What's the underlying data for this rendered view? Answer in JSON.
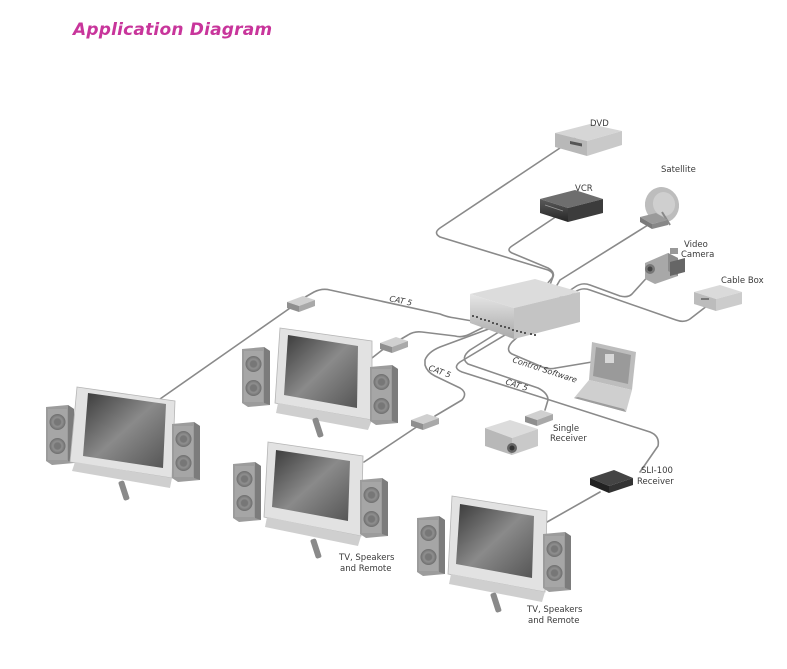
{
  "title": "Application Diagram",
  "colors": {
    "title": "#c8359b",
    "cable": "#8a8a8a",
    "device_light": "#d9d9d9",
    "device_dark": "#3c3c3c"
  },
  "sources": [
    {
      "id": "dvd",
      "label": "DVD"
    },
    {
      "id": "vcr",
      "label": "VCR"
    },
    {
      "id": "satellite",
      "label": "Satellite"
    },
    {
      "id": "video_camera",
      "label_lines": [
        "Video",
        "Camera"
      ]
    },
    {
      "id": "cable_box",
      "label": "Cable Box"
    }
  ],
  "hub": {
    "id": "distribution-hub",
    "label": ""
  },
  "control": {
    "label": "Control Software"
  },
  "cable_labels": [
    "CAT 5",
    "CAT 5",
    "CAT 5"
  ],
  "receivers": {
    "single": {
      "label_lines": [
        "Single",
        "Receiver"
      ]
    },
    "sli100": {
      "label_lines": [
        "SLI-100",
        "Receiver"
      ]
    }
  },
  "displays": [
    {
      "id": "tv-1",
      "label_lines": []
    },
    {
      "id": "tv-2",
      "label_lines": []
    },
    {
      "id": "tv-3",
      "label_lines": [
        "TV, Speakers",
        "and Remote"
      ]
    },
    {
      "id": "tv-4",
      "label_lines": [
        "TV, Speakers",
        "and Remote"
      ]
    }
  ]
}
